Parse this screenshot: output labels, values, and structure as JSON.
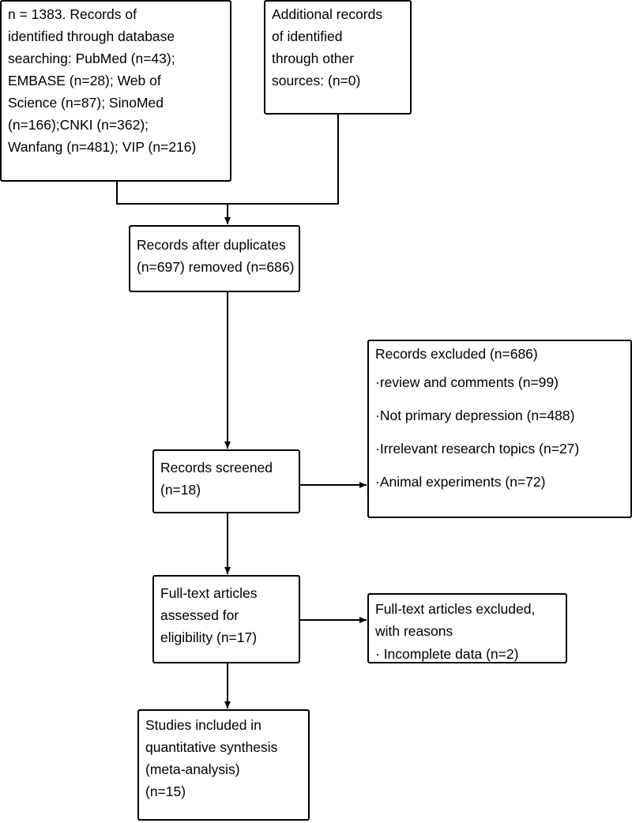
{
  "identification": {
    "database_lines": [
      "n = 1383. Records of",
      "identified through database",
      "searching: PubMed (n=43);",
      "EMBASE (n=28); Web of",
      "Science (n=87); SinoMed",
      "(n=166);CNKI (n=362);",
      "Wanfang (n=481); VIP (n=216)"
    ],
    "other_lines": [
      "Additional records",
      "of identified",
      "through other",
      "sources: (n=0)"
    ]
  },
  "duplicates": {
    "lines": [
      "Records after duplicates",
      "(n=697) removed (n=686)"
    ]
  },
  "screening": {
    "screened_lines": [
      "Records screened",
      "(n=18)"
    ],
    "excluded_title": "Records excluded (n=686)",
    "excluded_reasons": [
      "·review and comments (n=99)",
      "·Not primary depression (n=488)",
      "·Irrelevant research topics (n=27)",
      "·Animal experiments (n=72)"
    ]
  },
  "eligibility": {
    "fulltext_lines": [
      "Full-text articles",
      "assessed for",
      "eligibility (n=17)"
    ],
    "fulltext_excluded_lines": [
      "Full-text articles excluded,",
      "with reasons",
      "· Incomplete data (n=2)"
    ]
  },
  "included": {
    "lines": [
      "Studies included in",
      "quantitative synthesis",
      "(meta-analysis)",
      "(n=15)"
    ]
  }
}
